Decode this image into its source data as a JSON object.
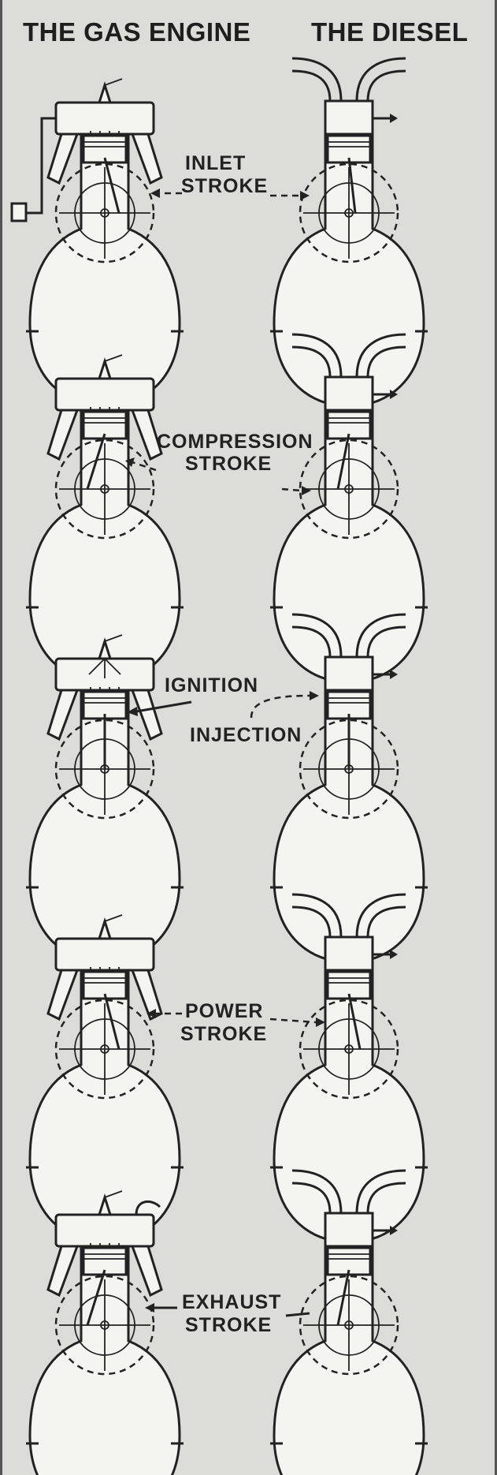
{
  "headers": {
    "left": "THE GAS ENGINE",
    "right": "THE DIESEL"
  },
  "labels": {
    "inlet_1": "INLET",
    "inlet_2": "STROKE",
    "compression_1": "COMPRESSION",
    "compression_2": "STROKE",
    "ignition": "IGNITION",
    "injection": "INJECTION",
    "power_1": "POWER",
    "power_2": "STROKE",
    "exhaust_1": "EXHAUST",
    "exhaust_2": "STROKE"
  }
}
